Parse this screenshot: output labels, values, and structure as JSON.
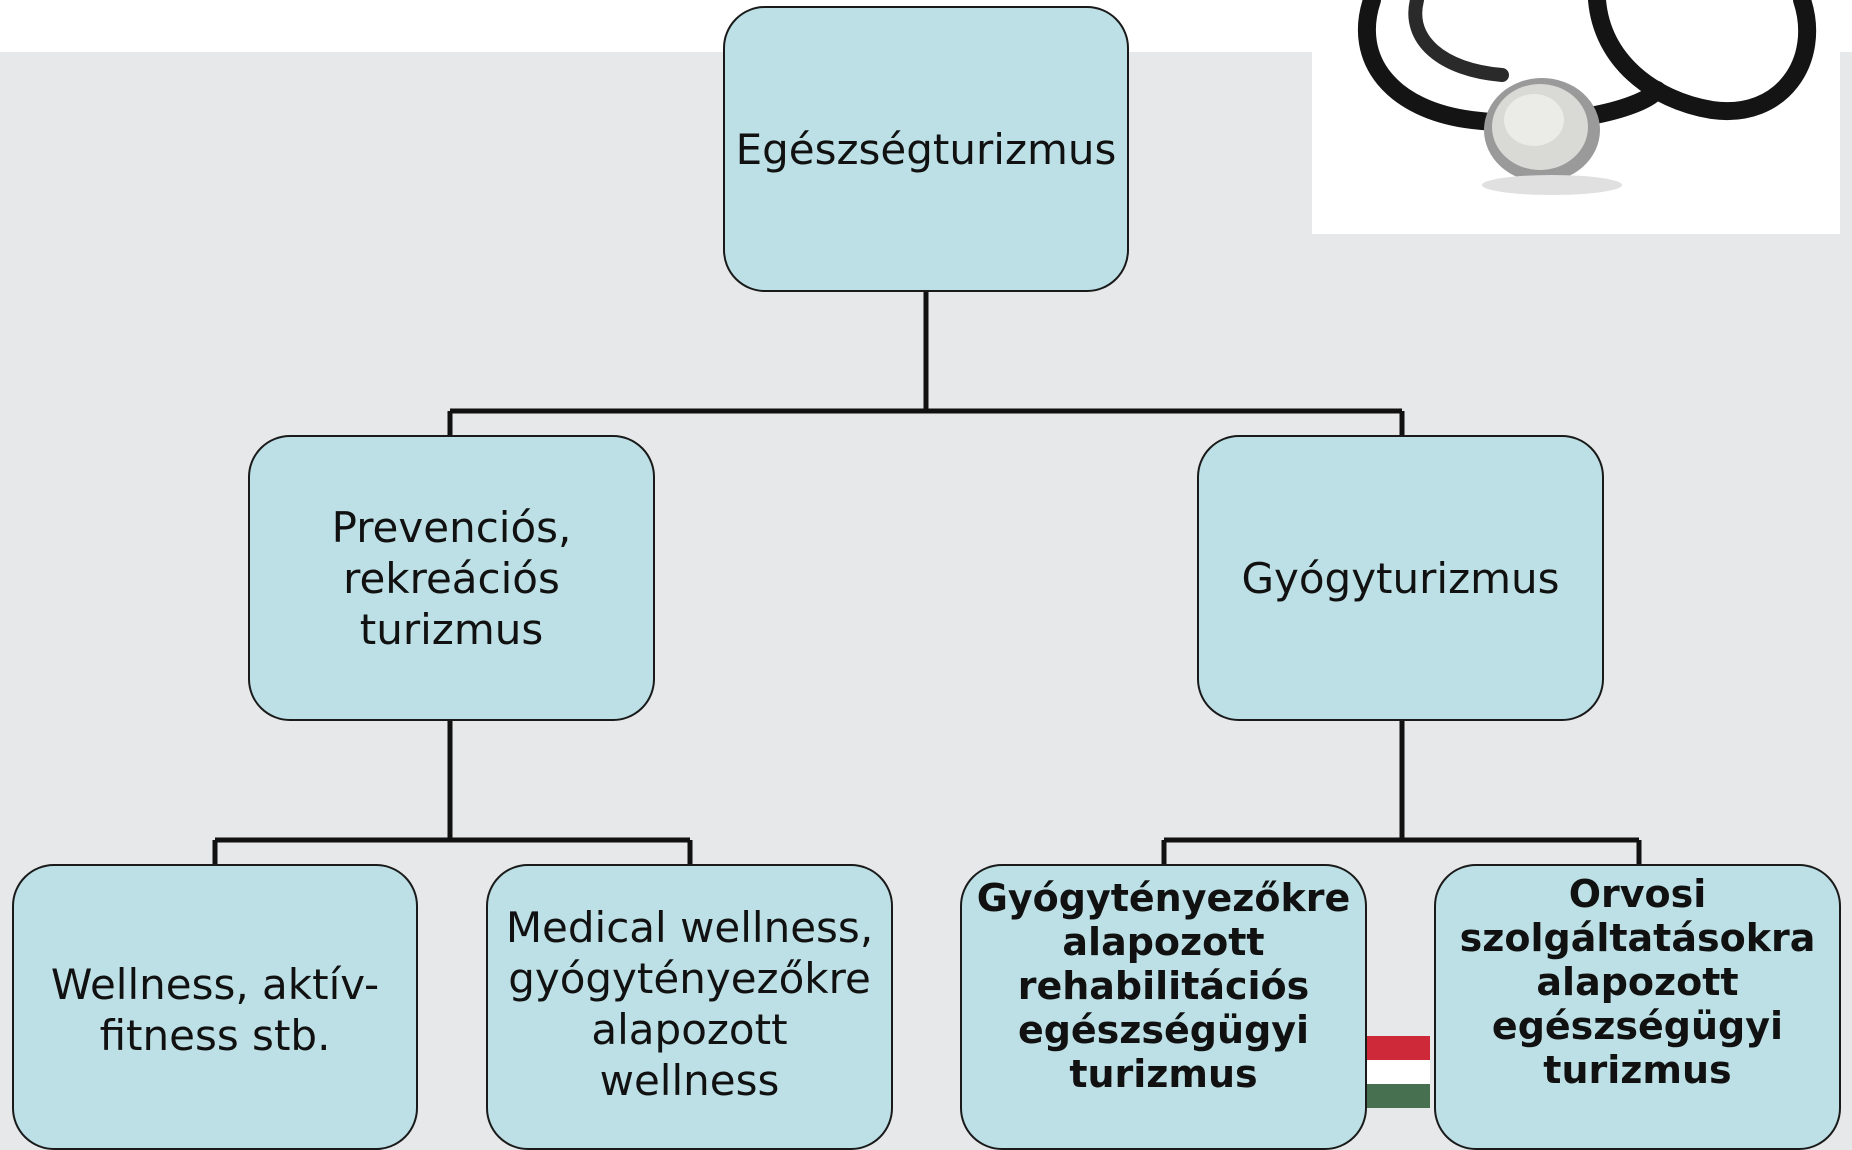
{
  "diagram": {
    "root": {
      "label": "Egészségturizmus"
    },
    "branches": [
      {
        "label": "Prevenciós, rekreációs turizmus",
        "lines": [
          "Prevenciós,",
          "rekreációs",
          "turizmus"
        ],
        "children": [
          {
            "lines": [
              "Wellness, aktív-",
              "fitness stb."
            ]
          },
          {
            "lines": [
              "Medical wellness,",
              "gyógytényezőkre",
              "alapozott",
              "wellness"
            ]
          }
        ]
      },
      {
        "label": "Gyógyturizmus",
        "lines": [
          "Gyógyturizmus"
        ],
        "children": [
          {
            "lines": [
              "Gyógytényezőkre",
              "alapozott",
              "rehabilitációs",
              "egészségügyi",
              "turizmus"
            ]
          },
          {
            "lines": [
              "Orvosi",
              "szolgáltatásokra",
              "alapozott",
              "egészségügyi",
              "turizmus"
            ]
          }
        ]
      }
    ]
  },
  "decorations": {
    "photo": "stethoscope-photo",
    "flag": "hungarian-flag-icon",
    "flag_colors": [
      "#ce2939",
      "#ffffff",
      "#477050"
    ],
    "node_fill": "#bce0e5",
    "panel_color": "#e6e8e9"
  }
}
